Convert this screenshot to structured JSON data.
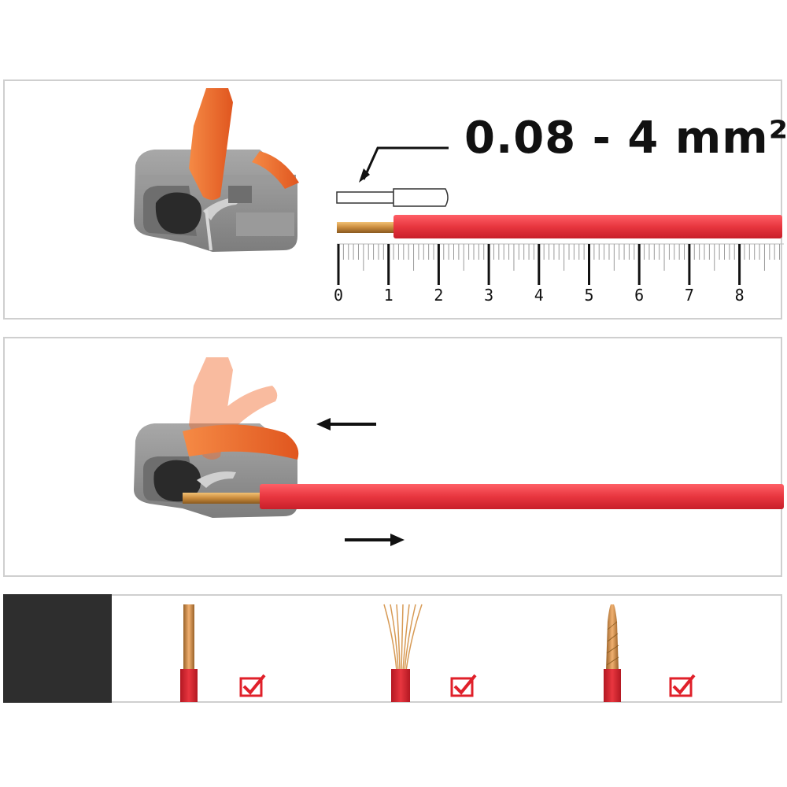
{
  "spec": {
    "range_label": "0.08 - 4 mm²"
  },
  "ruler": {
    "labels": [
      "0",
      "1",
      "2",
      "3",
      "4",
      "5",
      "6",
      "7",
      "8"
    ]
  },
  "wire_types": [
    {
      "name": "solid",
      "checked": true
    },
    {
      "name": "fine-stranded",
      "checked": true
    },
    {
      "name": "stranded",
      "checked": true
    }
  ],
  "colors": {
    "lever_orange": "#f26a2c",
    "housing_gray": "#8c8c8c",
    "wire_red": "#e8363f",
    "copper": "#c98a3c",
    "check_red": "#e0202a",
    "dark_block": "#2e2e2e"
  },
  "icons": [
    "arrow-left-icon",
    "arrow-right-icon",
    "check-icon"
  ]
}
